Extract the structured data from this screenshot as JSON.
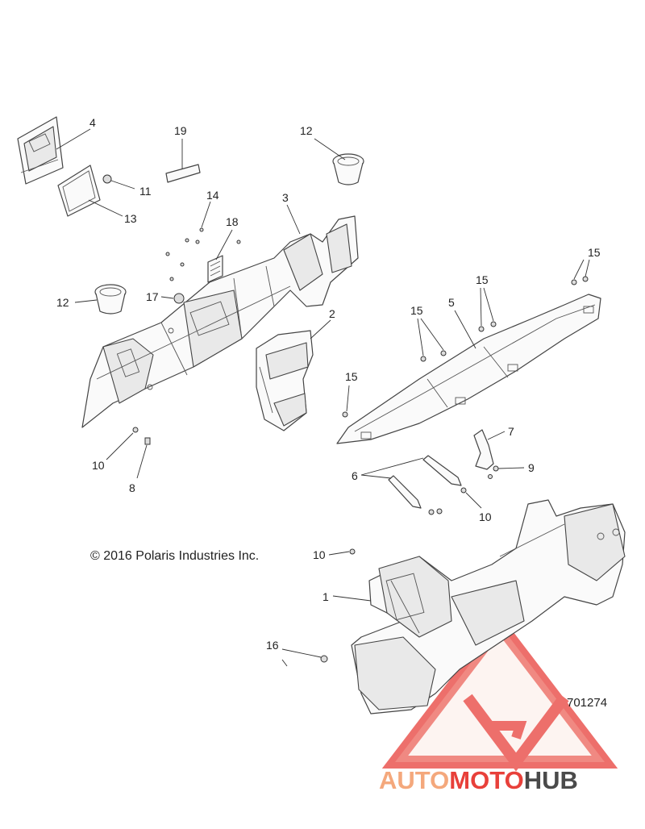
{
  "copyright": "© 2016 Polaris Industries Inc.",
  "drawing_number": "701274",
  "watermark": {
    "text_part1": "AUTO",
    "text_part2": "MOTO",
    "text_part3": "HUB",
    "color_light": "#f4a87c",
    "color_red": "#e8403a",
    "color_dark": "#4a4a4a"
  },
  "callouts": [
    {
      "id": "c-4",
      "label": "4"
    },
    {
      "id": "c-19",
      "label": "19"
    },
    {
      "id": "c-12a",
      "label": "12"
    },
    {
      "id": "c-11",
      "label": "11"
    },
    {
      "id": "c-13",
      "label": "13"
    },
    {
      "id": "c-14",
      "label": "14"
    },
    {
      "id": "c-3",
      "label": "3"
    },
    {
      "id": "c-18",
      "label": "18"
    },
    {
      "id": "c-12b",
      "label": "12"
    },
    {
      "id": "c-17",
      "label": "17"
    },
    {
      "id": "c-15a",
      "label": "15"
    },
    {
      "id": "c-15b",
      "label": "15"
    },
    {
      "id": "c-15c",
      "label": "15"
    },
    {
      "id": "c-5",
      "label": "5"
    },
    {
      "id": "c-2",
      "label": "2"
    },
    {
      "id": "c-15d",
      "label": "15"
    },
    {
      "id": "c-7",
      "label": "7"
    },
    {
      "id": "c-10a",
      "label": "10"
    },
    {
      "id": "c-8",
      "label": "8"
    },
    {
      "id": "c-6",
      "label": "6"
    },
    {
      "id": "c-9",
      "label": "9"
    },
    {
      "id": "c-10b",
      "label": "10"
    },
    {
      "id": "c-10c",
      "label": "10"
    },
    {
      "id": "c-1",
      "label": "1"
    },
    {
      "id": "c-16",
      "label": "16"
    }
  ]
}
